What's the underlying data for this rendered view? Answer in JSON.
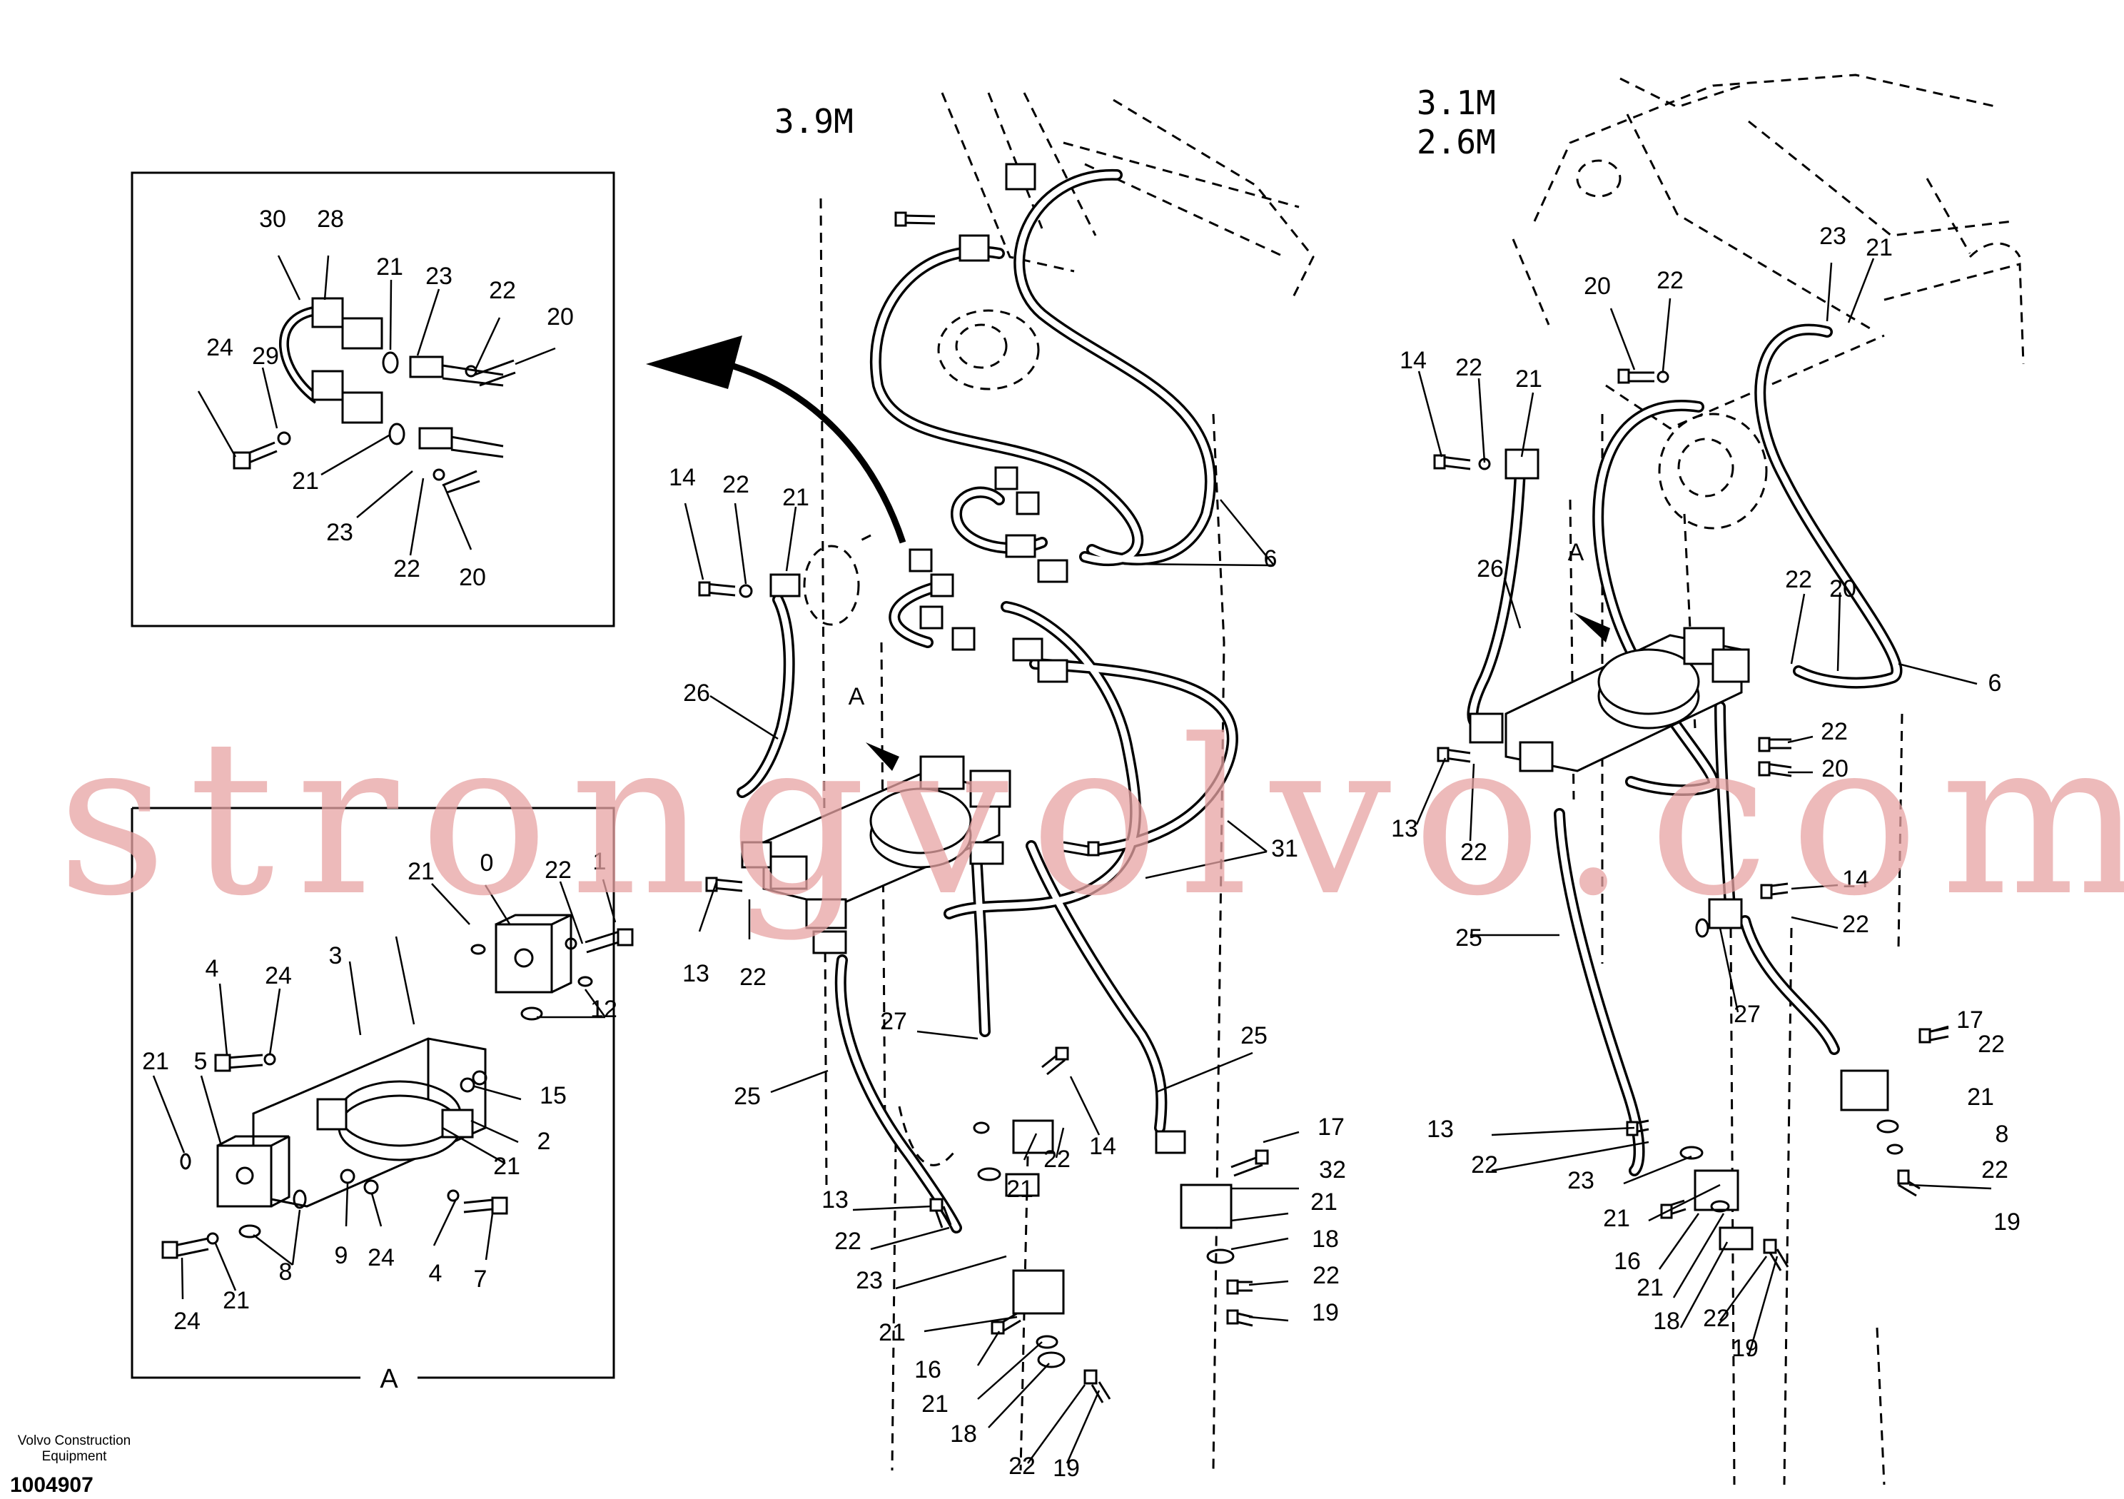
{
  "titles": {
    "left": "3.9M",
    "right_line1": "3.1M",
    "right_line2": "2.6M"
  },
  "inset_letter": "A",
  "watermark": "strongvolvo.com",
  "footer": {
    "company_line1": "Volvo Construction",
    "company_line2": "Equipment",
    "drawing_number": "1004907"
  },
  "labels": {
    "inset_top": [
      "30",
      "28",
      "21",
      "23",
      "22",
      "20",
      "24",
      "29",
      "21",
      "23",
      "22",
      "20"
    ],
    "inset_bottom": [
      "21",
      "0",
      "22",
      "1",
      "1",
      "3",
      "4",
      "24",
      "21",
      "5",
      "12",
      "15",
      "2",
      "21",
      "8",
      "9",
      "24",
      "4",
      "7",
      "24",
      "21"
    ],
    "center": [
      "14",
      "22",
      "21",
      "26",
      "A",
      "13",
      "22",
      "27",
      "25",
      "21",
      "22",
      "14",
      "25",
      "17",
      "32",
      "21",
      "18",
      "22",
      "19",
      "13",
      "22",
      "23",
      "21",
      "16",
      "21",
      "18",
      "22",
      "19",
      "6",
      "31"
    ],
    "right": [
      "23",
      "21",
      "20",
      "22",
      "14",
      "22",
      "21",
      "26",
      "A",
      "22",
      "20",
      "6",
      "22",
      "20",
      "13",
      "22",
      "14",
      "22",
      "25",
      "27",
      "17",
      "22",
      "21",
      "8",
      "22",
      "19",
      "13",
      "22",
      "23",
      "21",
      "16",
      "21",
      "18",
      "22",
      "19"
    ]
  }
}
